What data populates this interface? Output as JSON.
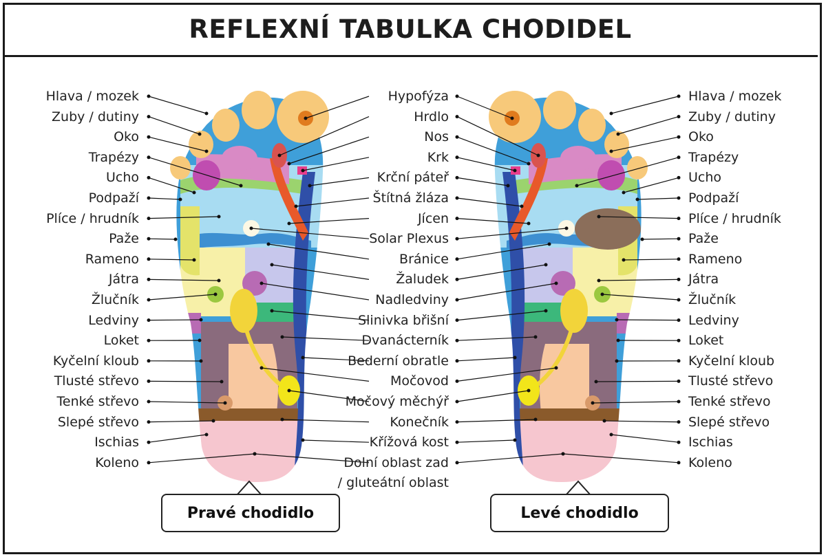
{
  "title": "REFLEXNÍ TABULKA CHODIDEL",
  "left_labels": [
    "Hlava / mozek",
    "Zuby / dutiny",
    "Oko",
    "Trapézy",
    "Ucho",
    "Podpaží",
    "Plíce / hrudník",
    "Paže",
    "Rameno",
    "Játra",
    "Žlučník",
    "Ledviny",
    "Loket",
    "Kyčelní kloub",
    "Tlusté střevo",
    "Tenké střevo",
    "Slepé střevo",
    "Ischias",
    "Koleno"
  ],
  "center_labels": [
    "Hypofýza",
    "Hrdlo",
    "Nos",
    "Krk",
    "Krční páteř",
    "Štítná žláza",
    "Jícen",
    "Solar Plexus",
    "Bránice",
    "Žaludek",
    "Nadledviny",
    "Slinivka břišní",
    "Dvanácterník",
    "Bederní obratle",
    "Močovod",
    "Močový měchýř",
    "Konečník",
    "Křížová kost",
    "Dolní oblast zad",
    "/ gluteátní oblast"
  ],
  "right_labels": [
    "Hlava / mozek",
    "Zuby / dutiny",
    "Oko",
    "Trapézy",
    "Ucho",
    "Podpaží",
    "Plíce / hrudník",
    "Paže",
    "Rameno",
    "Játra",
    "Žlučník",
    "Ledviny",
    "Loket",
    "Kyčelní kloub",
    "Tlusté střevo",
    "Tenké střevo",
    "Slepé střevo",
    "Ischias",
    "Koleno"
  ],
  "captions": {
    "right_foot": "Pravé chodidlo",
    "left_foot": "Levé chodidlo"
  },
  "colors": {
    "toe": "#f7c97a",
    "toe_edge": "#eaa94a",
    "head_dot": "#e07b1e",
    "sinus": "#d98ac5",
    "ear": "#c04db0",
    "trapezius": "#9bd36e",
    "lung": "#a8dcf2",
    "edge_blue": "#3f9fd9",
    "spine": "#2f4fa8",
    "esophagus": "#e8592a",
    "throat": "#d9534f",
    "neck": "#e83e8c",
    "diaphragm": "#3d8fd1",
    "arm": "#e4e36a",
    "liver": "#f7f0a8",
    "gallbladder": "#9bc840",
    "kidney": "#f2d43a",
    "adrenal": "#b86bb4",
    "stomach": "#c7c7ec",
    "pancreas": "#3cb87b",
    "large_intestine": "#8a6b7d",
    "small_intestine": "#f8c8a0",
    "sacrum": "#8a5a2b",
    "heel": "#f6c6cf",
    "bladder": "#f2e51a",
    "solar": "#fdf8e4",
    "heart": "#8b6e5a"
  }
}
